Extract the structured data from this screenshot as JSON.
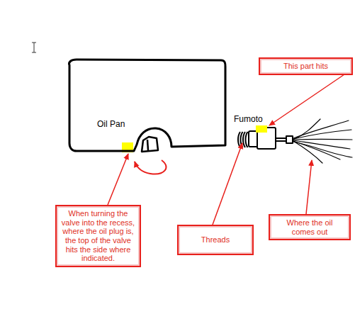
{
  "diagram": {
    "nodes": [
      {
        "text": [
          "Oil Pan"
        ]
      },
      {
        "text": [
          "This part hits"
        ]
      },
      {
        "text": [
          "When turning the valve into the recess, where the oil plug is, the top of the valve hits the side where indicated."
        ]
      },
      {
        "text": [
          "Threads"
        ]
      },
      {
        "text": [
          "Where the oil comes out"
        ]
      }
    ],
    "labels": [
      "Fumoto"
    ]
  }
}
